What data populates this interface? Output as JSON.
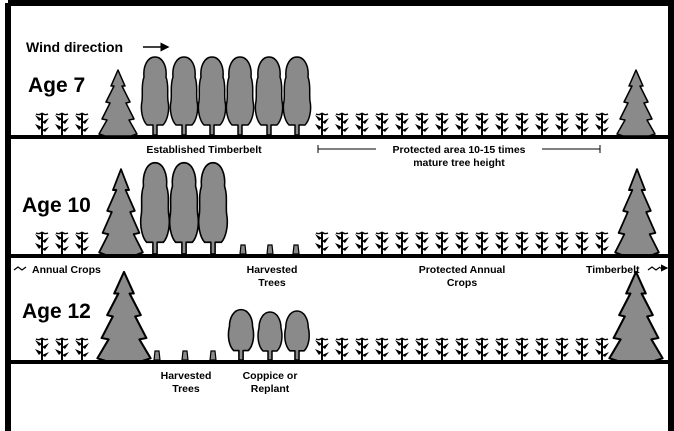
{
  "wind_direction": "Wind direction",
  "panels": [
    {
      "age": "Age 7",
      "labels": {
        "established": "Established Timberbelt",
        "protected_line1": "Protected area 10-15 times",
        "protected_line2": "mature tree height"
      }
    },
    {
      "age": "Age 10",
      "labels": {
        "annual_crops": "Annual Crops",
        "harvested_line1": "Harvested",
        "harvested_line2": "Trees",
        "protected_line1": "Protected Annual",
        "protected_line2": "Crops",
        "timberbelt": "Timberbelt"
      }
    },
    {
      "age": "Age 12",
      "labels": {
        "harvested_line1": "Harvested",
        "harvested_line2": "Trees",
        "coppice_line1": "Coppice or",
        "coppice_line2": "Replant"
      }
    }
  ],
  "colors": {
    "tree_fill": "#8a8a8a",
    "outline": "#000000",
    "background": "#ffffff"
  }
}
